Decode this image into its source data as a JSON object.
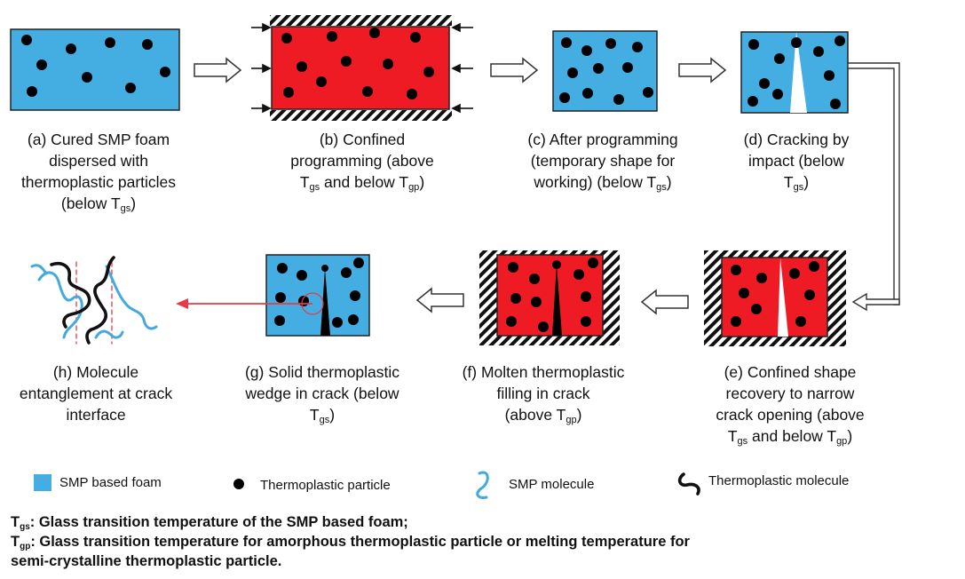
{
  "colors": {
    "foam_blue": "#44aee3",
    "heated_red": "#ee1b24",
    "particle": "#000000",
    "arrow_red": "#e83a46",
    "smp_molecule": "#45a9dd",
    "thermoplastic_molecule": "#111111"
  },
  "icons": {
    "open_arrow": "hollow-right-arrow",
    "confinement": "hatched-wall",
    "red_arrow": "red-left-arrow"
  },
  "stages": [
    {
      "id": "a",
      "lines": [
        [
          "(a)",
          " Cured SMP foam"
        ],
        [
          "dispersed with"
        ],
        [
          "thermoplastic particles"
        ],
        [
          "(below T",
          {
            "sub": "gs"
          },
          ")"
        ]
      ]
    },
    {
      "id": "b",
      "lines": [
        [
          "(b)",
          " Confined"
        ],
        [
          "programming (above"
        ],
        [
          "T",
          {
            "sub": "gs"
          },
          " and below T",
          {
            "sub": "gp"
          },
          ")"
        ]
      ]
    },
    {
      "id": "c",
      "lines": [
        [
          "(c)",
          " After programming"
        ],
        [
          "(temporary shape for"
        ],
        [
          "working) (below T",
          {
            "sub": "gs"
          },
          ")"
        ]
      ]
    },
    {
      "id": "d",
      "lines": [
        [
          "(d)",
          " Cracking by"
        ],
        [
          "impact (below"
        ],
        [
          "T",
          {
            "sub": "gs"
          },
          ")"
        ]
      ]
    },
    {
      "id": "e",
      "lines": [
        [
          "(e)",
          " Confined shape"
        ],
        [
          "recovery to narrow"
        ],
        [
          "crack opening (above"
        ],
        [
          "T",
          {
            "sub": "gs"
          },
          " and below T",
          {
            "sub": "gp"
          },
          ")"
        ]
      ]
    },
    {
      "id": "f",
      "lines": [
        [
          "(f)",
          "  Molten thermoplastic"
        ],
        [
          "filling in crack"
        ],
        [
          "(above T",
          {
            "sub": "gp"
          },
          ")"
        ]
      ]
    },
    {
      "id": "g",
      "lines": [
        [
          "(g)",
          " Solid thermoplastic"
        ],
        [
          "wedge in crack (below"
        ],
        [
          "T",
          {
            "sub": "gs"
          },
          ")"
        ]
      ]
    },
    {
      "id": "h",
      "lines": [
        [
          "(h)",
          " Molecule"
        ],
        [
          "entanglement at crack"
        ],
        [
          "interface"
        ]
      ]
    }
  ],
  "legend": {
    "foam": "SMP based foam",
    "particle": "Thermoplastic particle",
    "smp_molecule": "SMP molecule",
    "thermo_molecule": "Thermoplastic molecule"
  },
  "notes": [
    [
      "T",
      {
        "sub": "gs"
      },
      ": Glass transition temperature of the SMP based foam;"
    ],
    [
      "T",
      {
        "sub": "gp"
      },
      ": Glass transition temperature for amorphous thermoplastic particle or melting temperature for"
    ],
    [
      "semi-crystalline thermoplastic particle."
    ]
  ]
}
